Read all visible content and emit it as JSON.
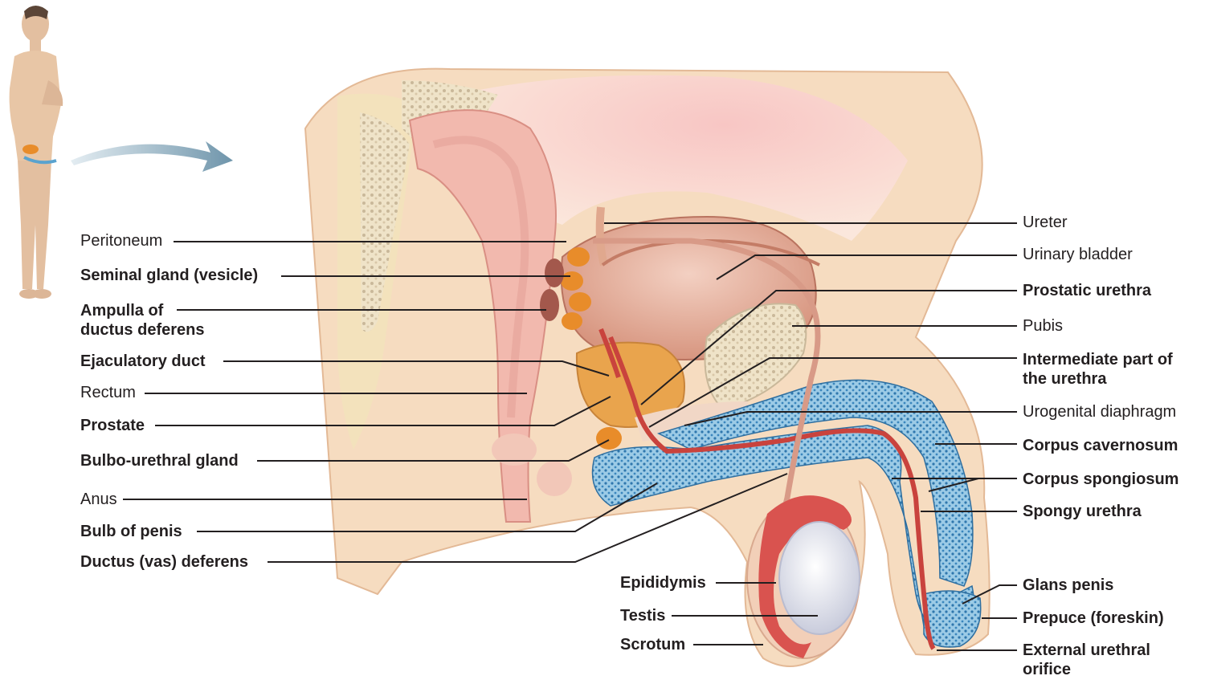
{
  "labels_left": [
    {
      "id": "peritoneum",
      "text": "Peritoneum",
      "bold": false
    },
    {
      "id": "seminal-gland",
      "text": "Seminal gland (vesicle)",
      "bold": true
    },
    {
      "id": "ampulla",
      "text": "Ampulla of\nductus deferens",
      "bold": true
    },
    {
      "id": "ejaculatory-duct",
      "text": "Ejaculatory duct",
      "bold": true
    },
    {
      "id": "rectum",
      "text": "Rectum",
      "bold": false
    },
    {
      "id": "prostate",
      "text": "Prostate",
      "bold": true
    },
    {
      "id": "bulbo-urethral-gland",
      "text": "Bulbo-urethral gland",
      "bold": true
    },
    {
      "id": "anus",
      "text": "Anus",
      "bold": false
    },
    {
      "id": "bulb-of-penis",
      "text": "Bulb of penis",
      "bold": true
    },
    {
      "id": "ductus-deferens",
      "text": "Ductus (vas) deferens",
      "bold": true
    }
  ],
  "labels_bottom": [
    {
      "id": "epididymis",
      "text": "Epididymis",
      "bold": true
    },
    {
      "id": "testis",
      "text": "Testis",
      "bold": true
    },
    {
      "id": "scrotum",
      "text": "Scrotum",
      "bold": true
    }
  ],
  "labels_right": [
    {
      "id": "ureter",
      "text": "Ureter",
      "bold": false
    },
    {
      "id": "urinary-bladder",
      "text": "Urinary bladder",
      "bold": false
    },
    {
      "id": "prostatic-urethra",
      "text": "Prostatic urethra",
      "bold": true
    },
    {
      "id": "pubis",
      "text": "Pubis",
      "bold": false
    },
    {
      "id": "intermediate-urethra",
      "text": "Intermediate part of\nthe urethra",
      "bold": true
    },
    {
      "id": "urogenital-diaphragm",
      "text": "Urogenital diaphragm",
      "bold": false
    },
    {
      "id": "corpus-cavernosum",
      "text": "Corpus cavernosum",
      "bold": true
    },
    {
      "id": "corpus-spongiosum",
      "text": "Corpus spongiosum",
      "bold": true
    },
    {
      "id": "spongy-urethra",
      "text": "Spongy urethra",
      "bold": true
    },
    {
      "id": "glans-penis",
      "text": "Glans penis",
      "bold": true
    },
    {
      "id": "prepuce",
      "text": "Prepuce (foreskin)",
      "bold": true
    },
    {
      "id": "external-urethral-orifice",
      "text": "External urethral\norifice",
      "bold": true
    }
  ],
  "colors": {
    "skin": "#f6dcc0",
    "bone": "#f3e2bc",
    "peritoneal_cavity": "#f5c2bf",
    "bladder": "#e8b7a5",
    "rectum": "#f2b9ae",
    "prostate": "#e9a44d",
    "seminal_gland": "#e88c2a",
    "urethra": "#c9433d",
    "erectile_tissue": "#5aa3cf",
    "testis": "#e9e9f1",
    "epididymis": "#d9534f",
    "leader_line": "#231f20",
    "arrow": "#7d9fb2"
  }
}
